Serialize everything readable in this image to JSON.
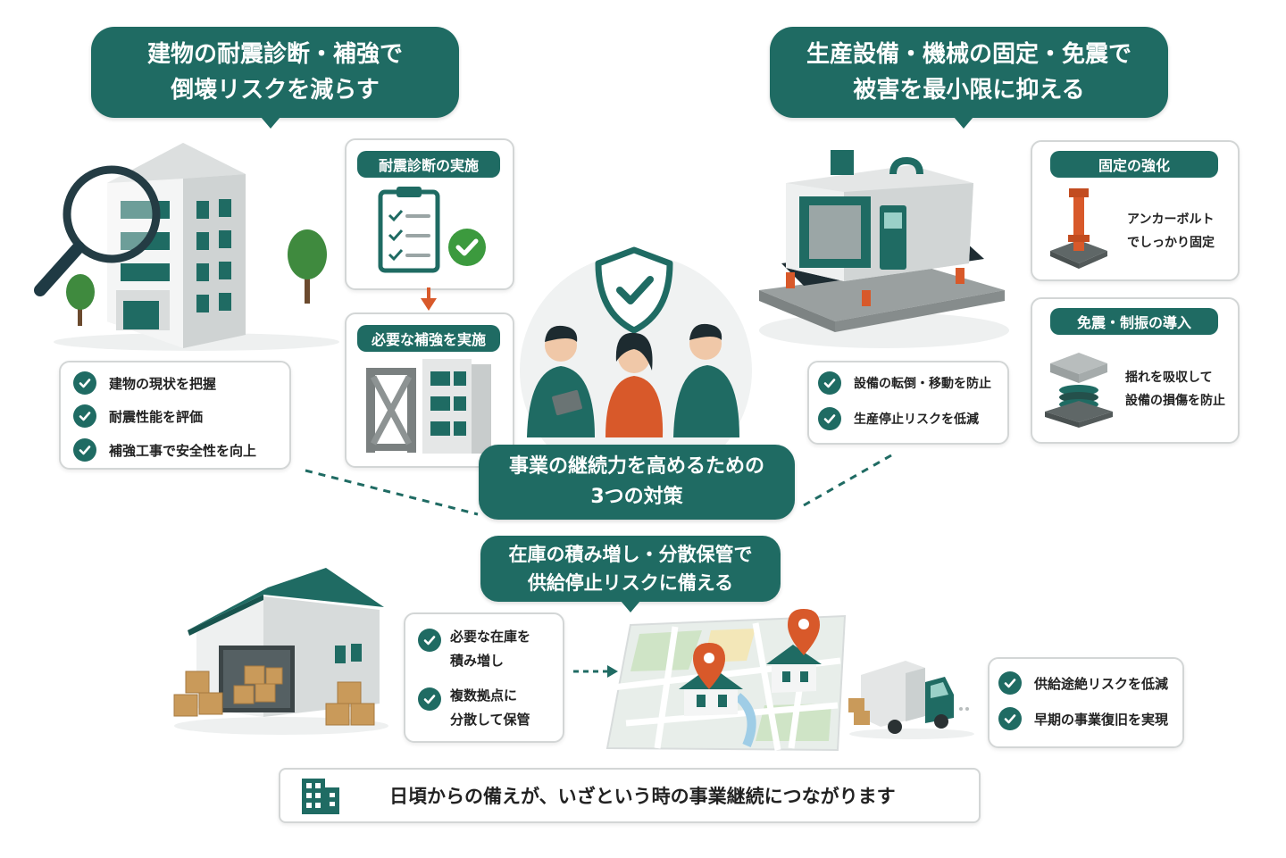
{
  "colors": {
    "primary": "#1f6b63",
    "accent": "#d8592a",
    "text": "#222222"
  },
  "top_left": {
    "title_line1": "建物の耐震診断・補強で",
    "title_line2": "倒壊リスクを減らす",
    "checks": [
      "建物の現状を把握",
      "耐震性能を評価",
      "補強工事で安全性を向上"
    ],
    "step1": "耐震診断の実施",
    "step2": "必要な補強を実施"
  },
  "top_right": {
    "title_line1": "生産設備・機械の固定・免震で",
    "title_line2": "被害を最小限に抑える",
    "checks": [
      "設備の転倒・移動を防止",
      "生産停止リスクを低減"
    ],
    "card1_title": "固定の強化",
    "card1_line1": "アンカーボルト",
    "card1_line2": "でしっかり固定",
    "card2_title": "免震・制振の導入",
    "card2_line1": "揺れを吸収して",
    "card2_line2": "設備の損傷を防止"
  },
  "center": {
    "title_line1": "事業の継続力を高めるための",
    "title_line2": "3つの対策"
  },
  "bottom": {
    "title_line1": "在庫の積み増し・分散保管で",
    "title_line2": "供給停止リスクに備える",
    "check1_line1": "必要な在庫を",
    "check1_line2": "積み増し",
    "check2_line1": "複数拠点に",
    "check2_line2": "分散して保管",
    "results": [
      "供給途絶リスクを低減",
      "早期の事業復旧を実現"
    ]
  },
  "footer": {
    "text": "日頃からの備えが、いざという時の事業継続につながります"
  },
  "icons": [
    "magnifier-icon",
    "building-icon",
    "clipboard-icon",
    "check-circle-icon",
    "arrow-down-icon",
    "steel-frame-icon",
    "shield-check-icon",
    "team-icon",
    "machine-icon",
    "anchor-bolt-icon",
    "isolator-icon",
    "warehouse-icon",
    "boxes-icon",
    "map-icon",
    "pin-icon",
    "truck-icon",
    "office-building-icon"
  ]
}
